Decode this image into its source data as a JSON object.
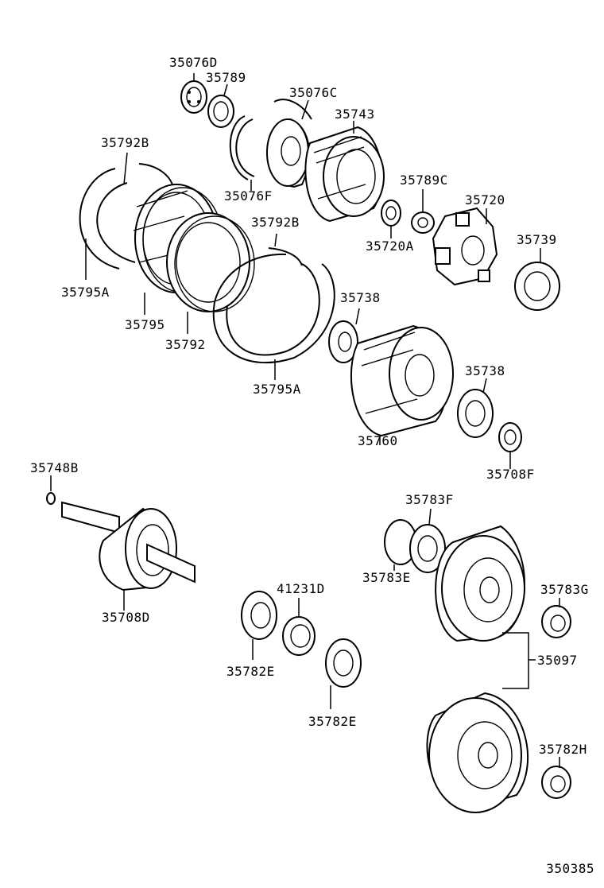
{
  "labels": {
    "p35076D": "35076D",
    "p35789": "35789",
    "p35076C": "35076C",
    "p35743": "35743",
    "p35792B_top": "35792B",
    "p35789C": "35789C",
    "p35720": "35720",
    "p35076F": "35076F",
    "p35792B_mid": "35792B",
    "p35720A": "35720A",
    "p35739": "35739",
    "p35795A_left": "35795A",
    "p35738_top": "35738",
    "p35795": "35795",
    "p35792": "35792",
    "p35738_mid": "35738",
    "p35795A_bottom": "35795A",
    "p35760": "35760",
    "p35708F": "35708F",
    "p35748B": "35748B",
    "p35783F": "35783F",
    "p35783E": "35783E",
    "p35708D": "35708D",
    "p41231D": "41231D",
    "p35783G": "35783G",
    "p35097": "35097",
    "p35782E_left": "35782E",
    "p35782E_bottom": "35782E",
    "p35782H": "35782H"
  },
  "drawing_number": "350385"
}
